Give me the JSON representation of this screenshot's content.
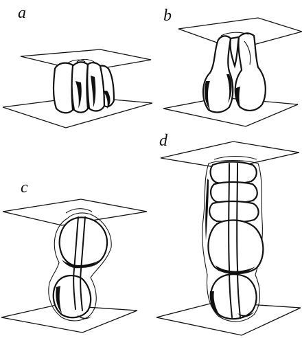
{
  "panels": [
    {
      "id": "a",
      "label": "a"
    },
    {
      "id": "b",
      "label": "b"
    },
    {
      "id": "c",
      "label": "c"
    },
    {
      "id": "d",
      "label": "d"
    }
  ],
  "colors": {
    "ink": "#111111",
    "background": "#ffffff"
  }
}
